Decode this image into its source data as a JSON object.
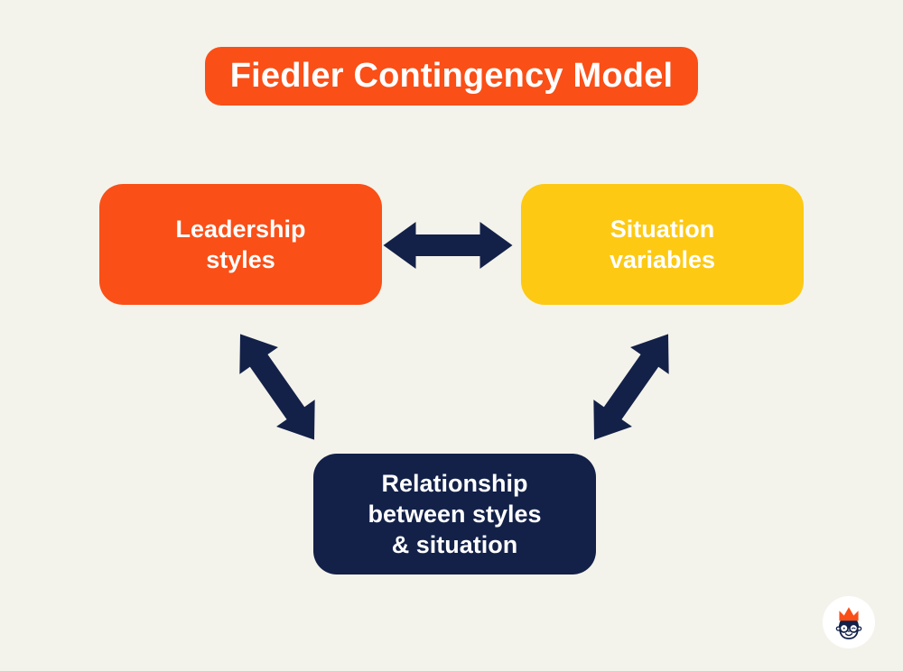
{
  "title": {
    "label": "Fiedler Contingency Model"
  },
  "diagram": {
    "nodes": {
      "leadership": {
        "label": "Leadership\nstyles",
        "color": "#FA4F17"
      },
      "situation": {
        "label": "Situation\nvariables",
        "color": "#FDC913"
      },
      "relationship": {
        "label": "Relationship\nbetween styles\n& situation",
        "color": "#132149"
      }
    },
    "arrows": [
      {
        "name": "double-arrow-leadership-situation",
        "from": "leadership",
        "to": "situation",
        "bidirectional": true
      },
      {
        "name": "double-arrow-leadership-relationship",
        "from": "leadership",
        "to": "relationship",
        "bidirectional": true
      },
      {
        "name": "double-arrow-situation-relationship",
        "from": "situation",
        "to": "relationship",
        "bidirectional": true
      }
    ]
  },
  "logo": {
    "name": "genius-mascot-logo"
  },
  "colors": {
    "background": "#F4F3EB",
    "orange": "#FA4F17",
    "yellow": "#FDC913",
    "navy": "#132149",
    "text_on_boxes": "#FFFFFF"
  }
}
